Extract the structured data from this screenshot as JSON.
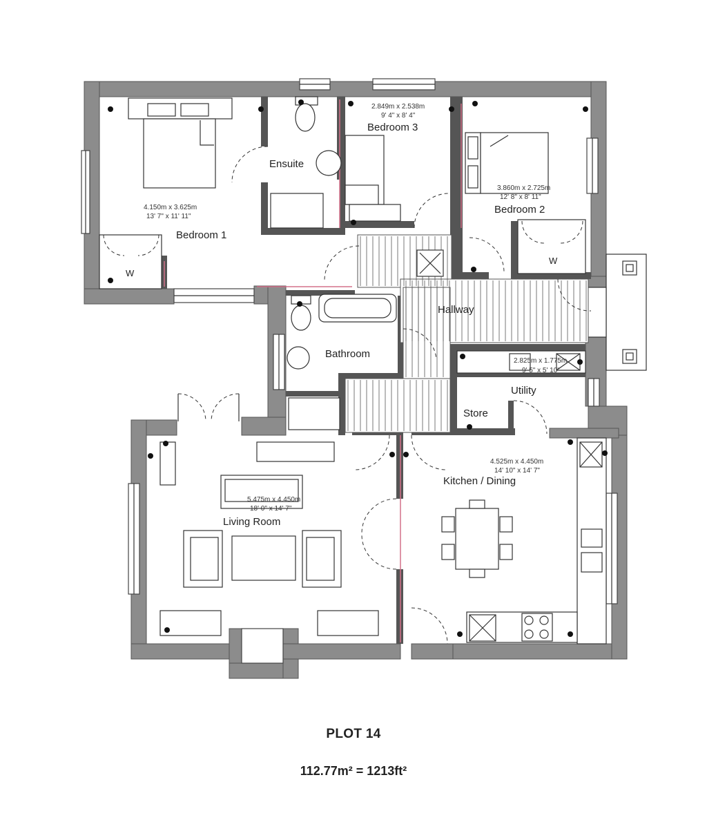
{
  "rooms": {
    "bedroom1": {
      "name": "Bedroom 1",
      "dim_m": "4.150m x 3.625m",
      "dim_ft": "13' 7\" x 11' 11\""
    },
    "bedroom2": {
      "name": "Bedroom 2",
      "dim_m": "3.860m x 2.725m",
      "dim_ft": "12' 8\" x 8' 11\""
    },
    "bedroom3": {
      "name": "Bedroom 3",
      "dim_m": "2.849m x 2.538m",
      "dim_ft": "9' 4\" x 8' 4\""
    },
    "ensuite": {
      "name": "Ensuite"
    },
    "bathroom": {
      "name": "Bathroom"
    },
    "hallway": {
      "name": "Hallway"
    },
    "utility": {
      "name": "Utility",
      "dim_m": "2.825m x 1.775m",
      "dim_ft": "9' 5\" x 5' 10\""
    },
    "store": {
      "name": "Store"
    },
    "living": {
      "name": "Living Room",
      "dim_m": "5.475m x 4.450m",
      "dim_ft": "18' 0\" x 14' 7\""
    },
    "kitchen": {
      "name": "Kitchen / Dining",
      "dim_m": "4.525m x 4.450m",
      "dim_ft": "14' 10\" x 14' 7\""
    }
  },
  "wardrobe_label": "W",
  "plot": {
    "title": "PLOT 14",
    "area": "112.77m² = 1213ft²"
  }
}
